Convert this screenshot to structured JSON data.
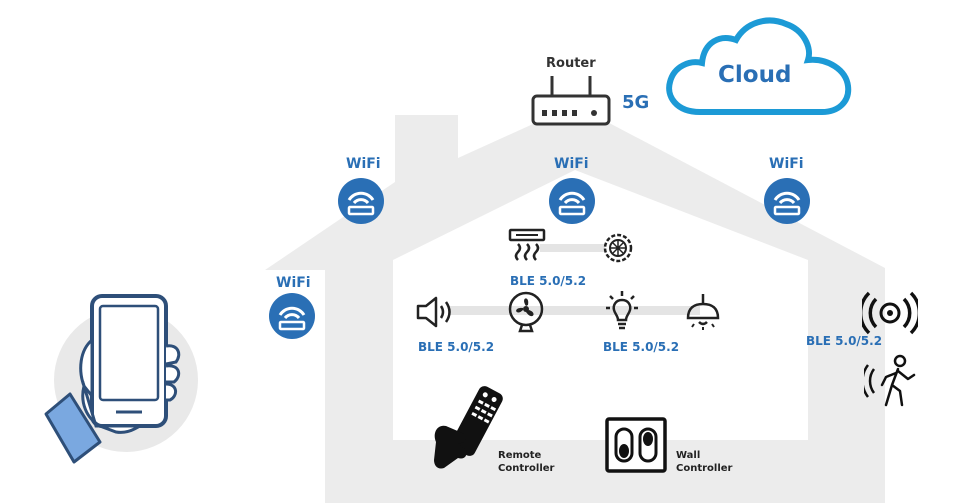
{
  "diagram": {
    "router_label": "Router",
    "network_label": "5G",
    "cloud_label": "Cloud",
    "wifi_labels": [
      "WiFi",
      "WiFi",
      "WiFi",
      "WiFi"
    ],
    "ble_labels": [
      "BLE 5.0/5.2",
      "BLE 5.0/5.2",
      "BLE 5.0/5.2",
      "BLE 5.0/5.2"
    ],
    "remote_controller_label": [
      "Remote",
      "Controller"
    ],
    "wall_controller_label": [
      "Wall",
      "Controller"
    ]
  },
  "colors": {
    "accent_blue": "#2a6fb5",
    "cloud_blue": "#1c9ad6",
    "house_gray": "#ececec",
    "icon_dark": "#222222",
    "hand_blue": "#7aa8e0"
  }
}
